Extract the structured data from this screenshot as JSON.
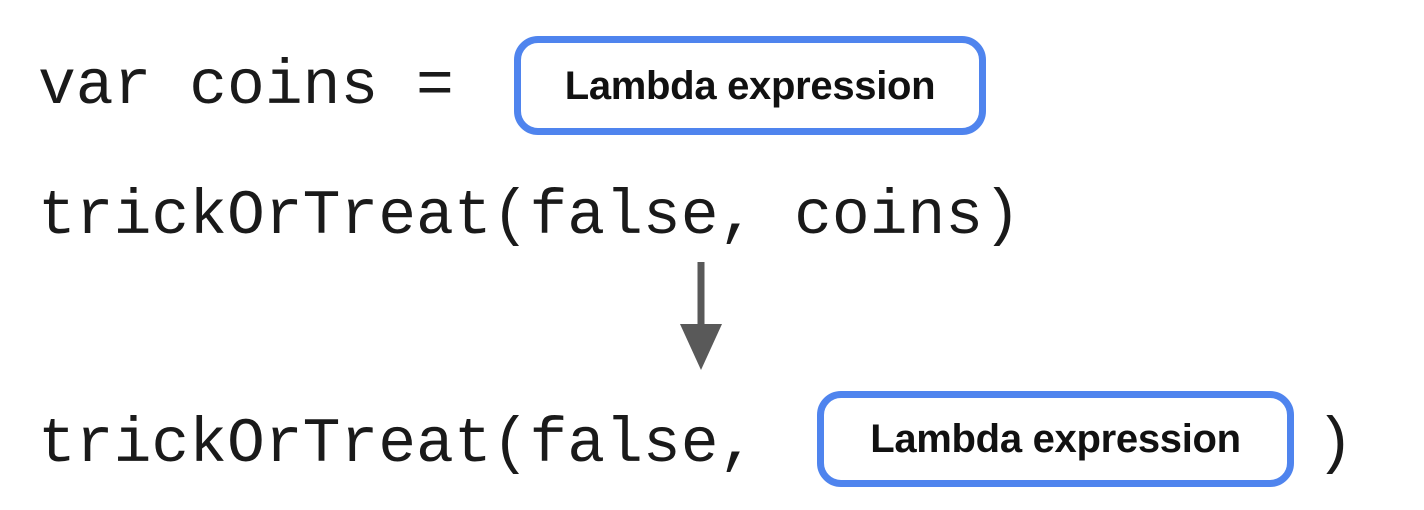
{
  "diagram": {
    "title": "Lambda expression trailing-lambda transformation",
    "background_color": "#ffffff",
    "accent_color": "#4f84ee",
    "code_color": "#1a1a1a",
    "arrow_color": "#595959"
  },
  "before": {
    "line1": {
      "code": "var coins = ",
      "chip_label": "Lambda expression"
    },
    "line2": {
      "code": "trickOrTreat(false, coins)"
    }
  },
  "connector": {
    "icon": "down-arrow-icon",
    "direction": "down"
  },
  "after": {
    "line3": {
      "code_head": "trickOrTreat(false, ",
      "chip_label": "Lambda expression",
      "code_tail": ")"
    }
  }
}
